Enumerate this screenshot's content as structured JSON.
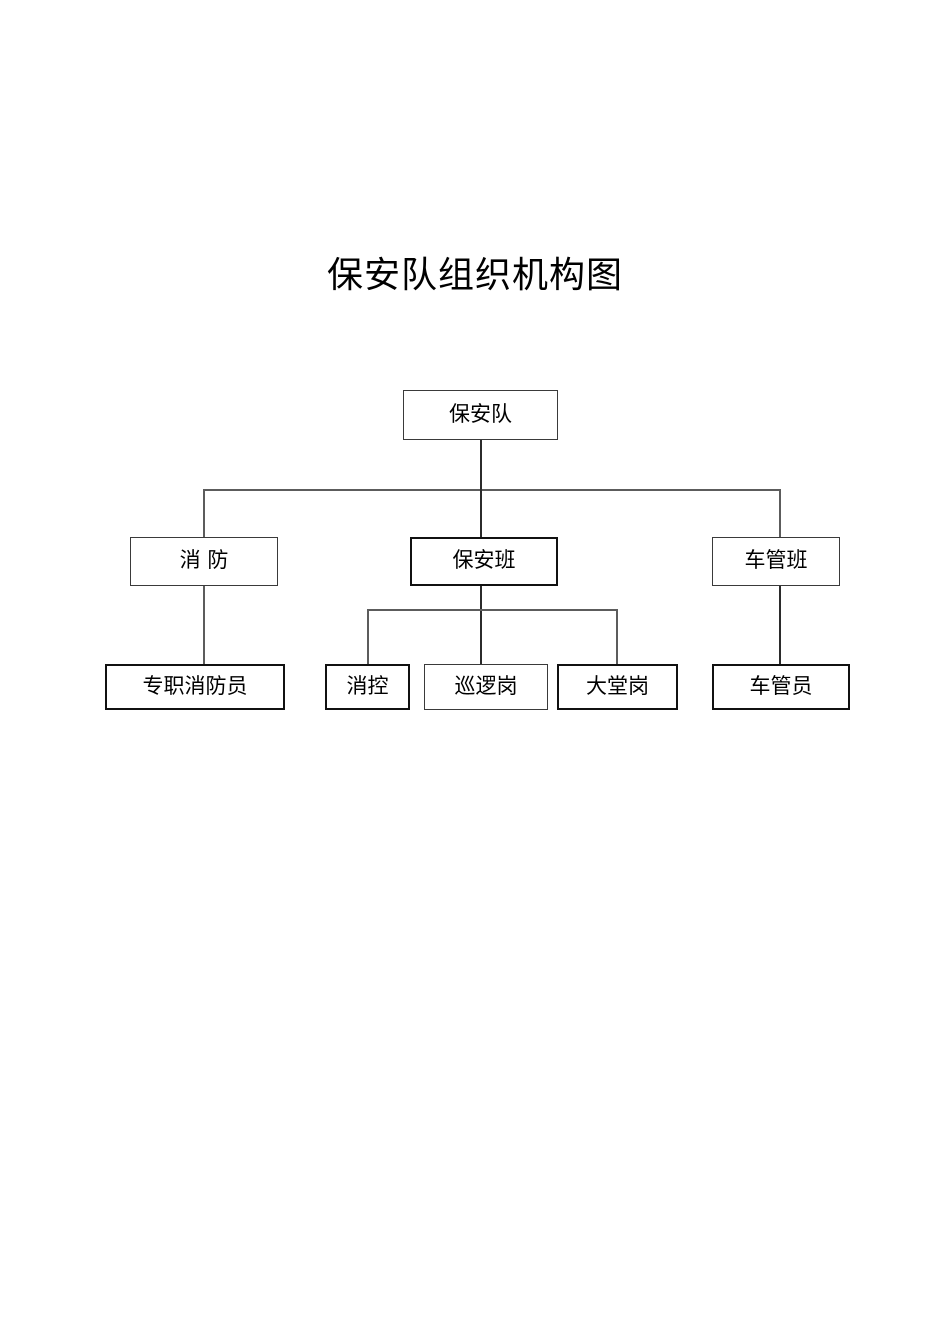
{
  "document": {
    "title": "保安队组织机构图",
    "background_color": "#ffffff",
    "line_color": "#2b2b2b",
    "text_color": "#000000"
  },
  "chart_data": {
    "type": "diagram",
    "diagram_type": "organizational-chart",
    "title": "保安队组织机构图",
    "orientation": "top-down",
    "levels": 3,
    "nodes": [
      {
        "id": "root",
        "label": "保安队",
        "level": 1,
        "parent": null,
        "border": "thin"
      },
      {
        "id": "fire",
        "label": "消  防",
        "level": 2,
        "parent": "root",
        "border": "thin"
      },
      {
        "id": "security",
        "label": "保安班",
        "level": 2,
        "parent": "root",
        "border": "thick"
      },
      {
        "id": "vehicle",
        "label": "车管班",
        "level": 2,
        "parent": "root",
        "border": "thin"
      },
      {
        "id": "firefighter",
        "label": "专职消防员",
        "level": 3,
        "parent": "fire",
        "border": "thick"
      },
      {
        "id": "firectrl",
        "label": "消控",
        "level": 3,
        "parent": "security",
        "border": "thick"
      },
      {
        "id": "patrol",
        "label": "巡逻岗",
        "level": 3,
        "parent": "security",
        "border": "thin"
      },
      {
        "id": "lobby",
        "label": "大堂岗",
        "level": 3,
        "parent": "security",
        "border": "thick"
      },
      {
        "id": "vehiclestaff",
        "label": "车管员",
        "level": 3,
        "parent": "vehicle",
        "border": "thick"
      }
    ],
    "edges": [
      {
        "from": "root",
        "to": "fire"
      },
      {
        "from": "root",
        "to": "security"
      },
      {
        "from": "root",
        "to": "vehicle"
      },
      {
        "from": "fire",
        "to": "firefighter"
      },
      {
        "from": "security",
        "to": "firectrl"
      },
      {
        "from": "security",
        "to": "patrol"
      },
      {
        "from": "security",
        "to": "lobby"
      },
      {
        "from": "vehicle",
        "to": "vehiclestaff"
      }
    ]
  }
}
